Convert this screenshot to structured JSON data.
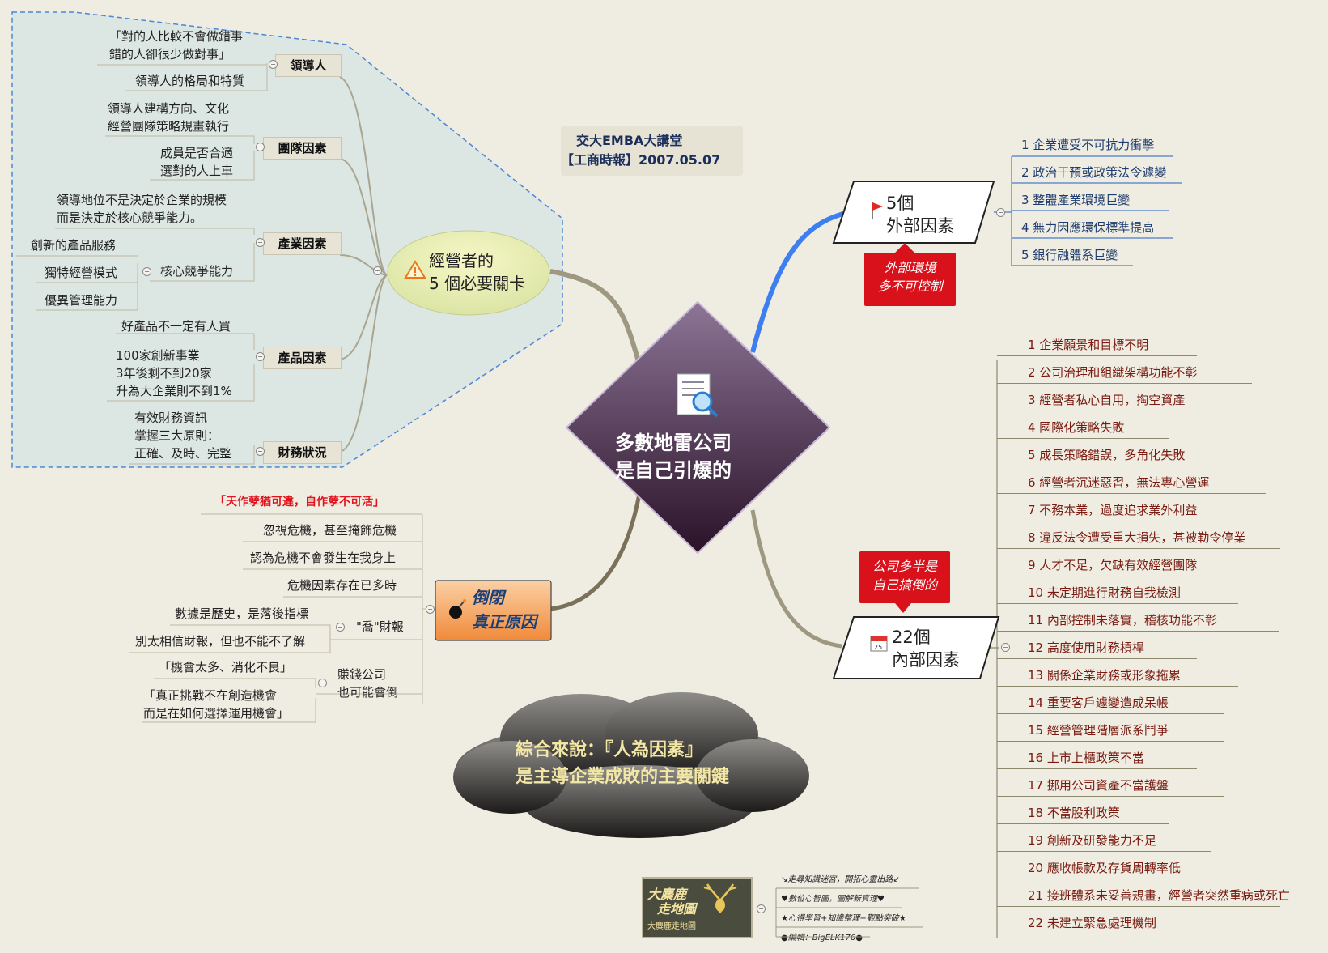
{
  "center": {
    "line1": "多數地雷公司",
    "line2": "是自己引爆的"
  },
  "source": {
    "line1": "交大EMBA大講堂",
    "line2": "【工商時報】2007.05.07"
  },
  "gate": {
    "line1": "經營者的",
    "line2": "5 個必要關卡",
    "categories": [
      {
        "label": "領導人",
        "items": [
          "「對的人比較不會做錯事\n錯的人卻很少做對事」",
          "領導人的格局和特質"
        ]
      },
      {
        "label": "團隊因素",
        "items": [
          "領導人建構方向、文化\n經營團隊策略規畫執行",
          "成員是否合適\n選對的人上車"
        ]
      },
      {
        "label": "產業因素",
        "items": [
          "領導地位不是決定於企業的規模\n而是決定於核心競爭能力。"
        ],
        "sub": {
          "label": "核心競爭能力",
          "items": [
            "創新的產品服務",
            "獨特經營模式",
            "優異管理能力"
          ]
        }
      },
      {
        "label": "產品因素",
        "items": [
          "好產品不一定有人買",
          "100家創新事業\n3年後剩不到20家\n升為大企業則不到1%"
        ]
      },
      {
        "label": "財務狀況",
        "items": [
          "有效財務資訊\n掌握三大原則：\n正確、及時、完整"
        ]
      }
    ]
  },
  "external": {
    "count": "5個",
    "label": "外部因素",
    "note_line1": "外部環境",
    "note_line2": "多不可控制",
    "items": [
      "1 企業遭受不可抗力衝擊",
      "2 政治干預或政策法令遽變",
      "3 整體產業環境巨變",
      "4 無力因應環保標準提高",
      "5 銀行融體系巨變"
    ]
  },
  "internal": {
    "count": "22個",
    "label": "內部因素",
    "note_line1": "公司多半是",
    "note_line2": "自己搞倒的",
    "items": [
      "1 企業願景和目標不明",
      "2 公司治理和組織架構功能不彰",
      "3 經營者私心自用，掏空資產",
      "4 國際化策略失敗",
      "5 成長策略錯誤，多角化失敗",
      "6 經營者沉迷惡習，無法專心營運",
      "7 不務本業，過度追求業外利益",
      "8 違反法令遭受重大損失，甚被勒令停業",
      "9 人才不足，欠缺有效經營團隊",
      "10 未定期進行財務自我檢測",
      "11 內部控制未落實，稽核功能不彰",
      "12 高度使用財務槓桿",
      "13 關係企業財務或形象拖累",
      "14 重要客戶遽變造成呆帳",
      "15 經營管理階層派系鬥爭",
      "16 上市上櫃政策不當",
      "17 挪用公司資產不當護盤",
      "18 不當股利政策",
      "19 創新及研發能力不足",
      "20 應收帳款及存貨周轉率低",
      "21 接班體系未妥善規畫，經營者突然重病或死亡",
      "22 未建立緊急處理機制"
    ]
  },
  "collapse": {
    "line1": "倒閉",
    "line2": "真正原因",
    "quote": "「天作孽猶可違，自作孽不可活」",
    "items": [
      "忽視危機，甚至掩飾危機",
      "認為危機不會發生在我身上",
      "危機因素存在已多時"
    ],
    "finance": {
      "label": "\"喬\"財報",
      "items": [
        "數據是歷史，是落後指標",
        "別太相信財報，但也不能不了解"
      ]
    },
    "profit": {
      "label": "賺錢公司\n也可能會倒",
      "items": [
        "「機會太多、消化不良」",
        "「真正挑戰不在創造機會\n而是在如何選擇運用機會」"
      ]
    }
  },
  "summary": {
    "line1": "綜合來說：『人為因素』",
    "line2": "是主導企業成敗的主要關鍵"
  },
  "logo": {
    "title1": "大麋鹿",
    "title2": "走地圖",
    "caption": "大麋鹿走地圖",
    "notes": [
      "↘走尋知識迷宮，開拓心靈出路↙",
      "♥數位心智圖，圖解新真理♥",
      "★心得學習+知識整理+觀點突破★",
      "●編輯：BigELK176●"
    ]
  },
  "colors": {
    "center_top": "#8c7596",
    "center_bottom": "#2a1228",
    "red": "#d8111b",
    "orange": "#f7a261",
    "blue": "#3d7ef0",
    "region": "#d5e3e2"
  }
}
